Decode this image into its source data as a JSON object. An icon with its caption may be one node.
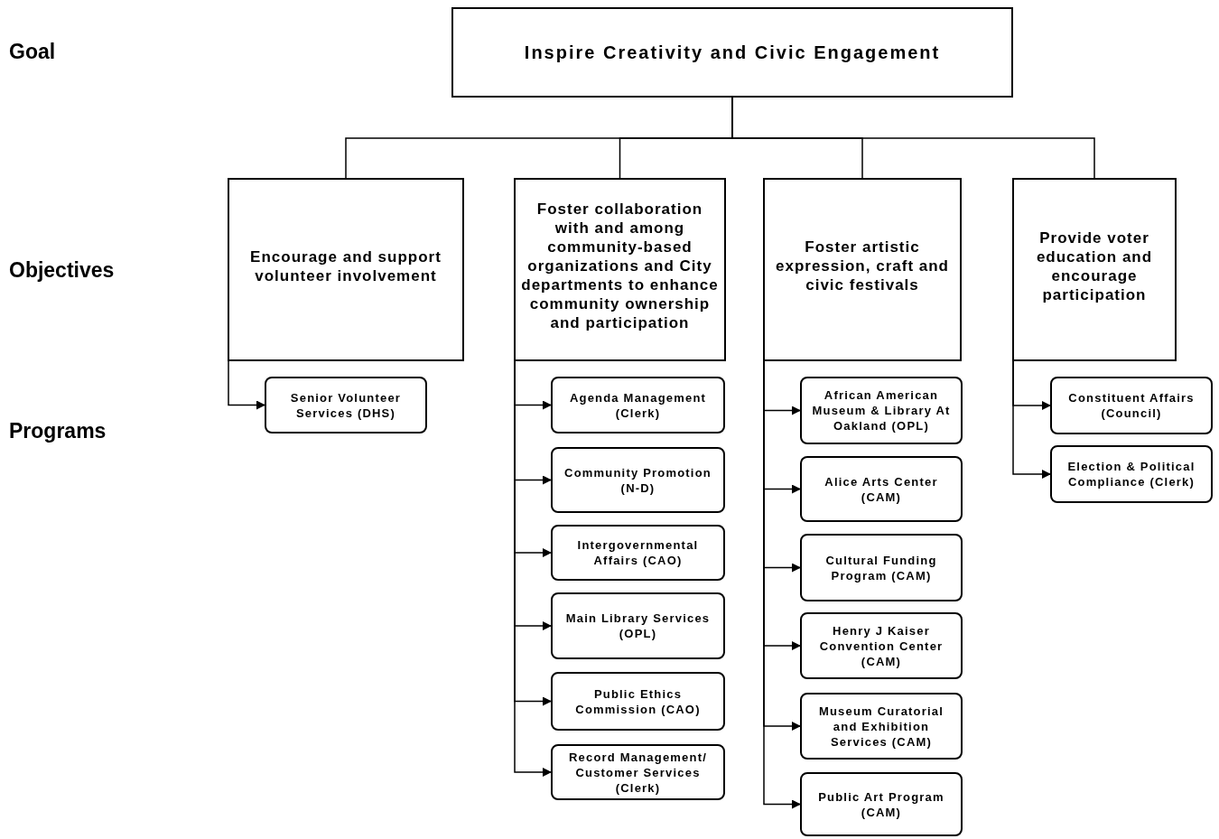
{
  "diagram": {
    "nodes": [
      {
        "text": [
          "Inspire Creativity and Civic Engagement"
        ]
      },
      {
        "text": [
          "Encourage and support volunteer involvement"
        ]
      },
      {
        "text": [
          "Foster collaboration with and among community-based organizations and City departments to enhance community ownership and participation"
        ]
      },
      {
        "text": [
          "Foster artistic expression, craft and civic festivals"
        ]
      },
      {
        "text": [
          "Provide voter education and encourage participation"
        ]
      },
      {
        "text": [
          "Senior Volunteer Services (DHS)"
        ]
      },
      {
        "text": [
          "Agenda Management (Clerk)"
        ]
      },
      {
        "text": [
          "Community Promotion (N-D)"
        ]
      },
      {
        "text": [
          "Intergovernmental Affairs (CAO)"
        ]
      },
      {
        "text": [
          "Main Library Services (OPL)"
        ]
      },
      {
        "text": [
          "Public Ethics Commission (CAO)"
        ]
      },
      {
        "text": [
          "Record Management/ Customer Services (Clerk)"
        ]
      },
      {
        "text": [
          "African American Museum & Library At Oakland (OPL)"
        ]
      },
      {
        "text": [
          "Alice Arts Center (CAM)"
        ]
      },
      {
        "text": [
          "Cultural Funding Program (CAM)"
        ]
      },
      {
        "text": [
          "Henry J Kaiser Convention Center (CAM)"
        ]
      },
      {
        "text": [
          "Museum Curatorial and Exhibition Services (CAM)"
        ]
      },
      {
        "text": [
          "Public Art Program (CAM)"
        ]
      },
      {
        "text": [
          "Constituent Affairs (Council)"
        ]
      },
      {
        "text": [
          "Election & Political Compliance (Clerk)"
        ]
      }
    ],
    "edges": [
      {
        "from": 0,
        "to": 1,
        "arrow": "none"
      },
      {
        "from": 0,
        "to": 2,
        "arrow": "none"
      },
      {
        "from": 0,
        "to": 3,
        "arrow": "none"
      },
      {
        "from": 0,
        "to": 4,
        "arrow": "none"
      },
      {
        "from": 1,
        "to": 5,
        "arrow": "to"
      },
      {
        "from": 2,
        "to": 6,
        "arrow": "to"
      },
      {
        "from": 2,
        "to": 7,
        "arrow": "to"
      },
      {
        "from": 2,
        "to": 8,
        "arrow": "to"
      },
      {
        "from": 2,
        "to": 9,
        "arrow": "to"
      },
      {
        "from": 2,
        "to": 10,
        "arrow": "to"
      },
      {
        "from": 2,
        "to": 11,
        "arrow": "to"
      },
      {
        "from": 3,
        "to": 12,
        "arrow": "to"
      },
      {
        "from": 3,
        "to": 13,
        "arrow": "to"
      },
      {
        "from": 3,
        "to": 14,
        "arrow": "to"
      },
      {
        "from": 3,
        "to": 15,
        "arrow": "to"
      },
      {
        "from": 3,
        "to": 16,
        "arrow": "to"
      },
      {
        "from": 3,
        "to": 17,
        "arrow": "to"
      },
      {
        "from": 4,
        "to": 18,
        "arrow": "to"
      },
      {
        "from": 4,
        "to": 19,
        "arrow": "to"
      }
    ],
    "labels": [
      "Goal",
      "Objectives",
      "Programs"
    ]
  }
}
